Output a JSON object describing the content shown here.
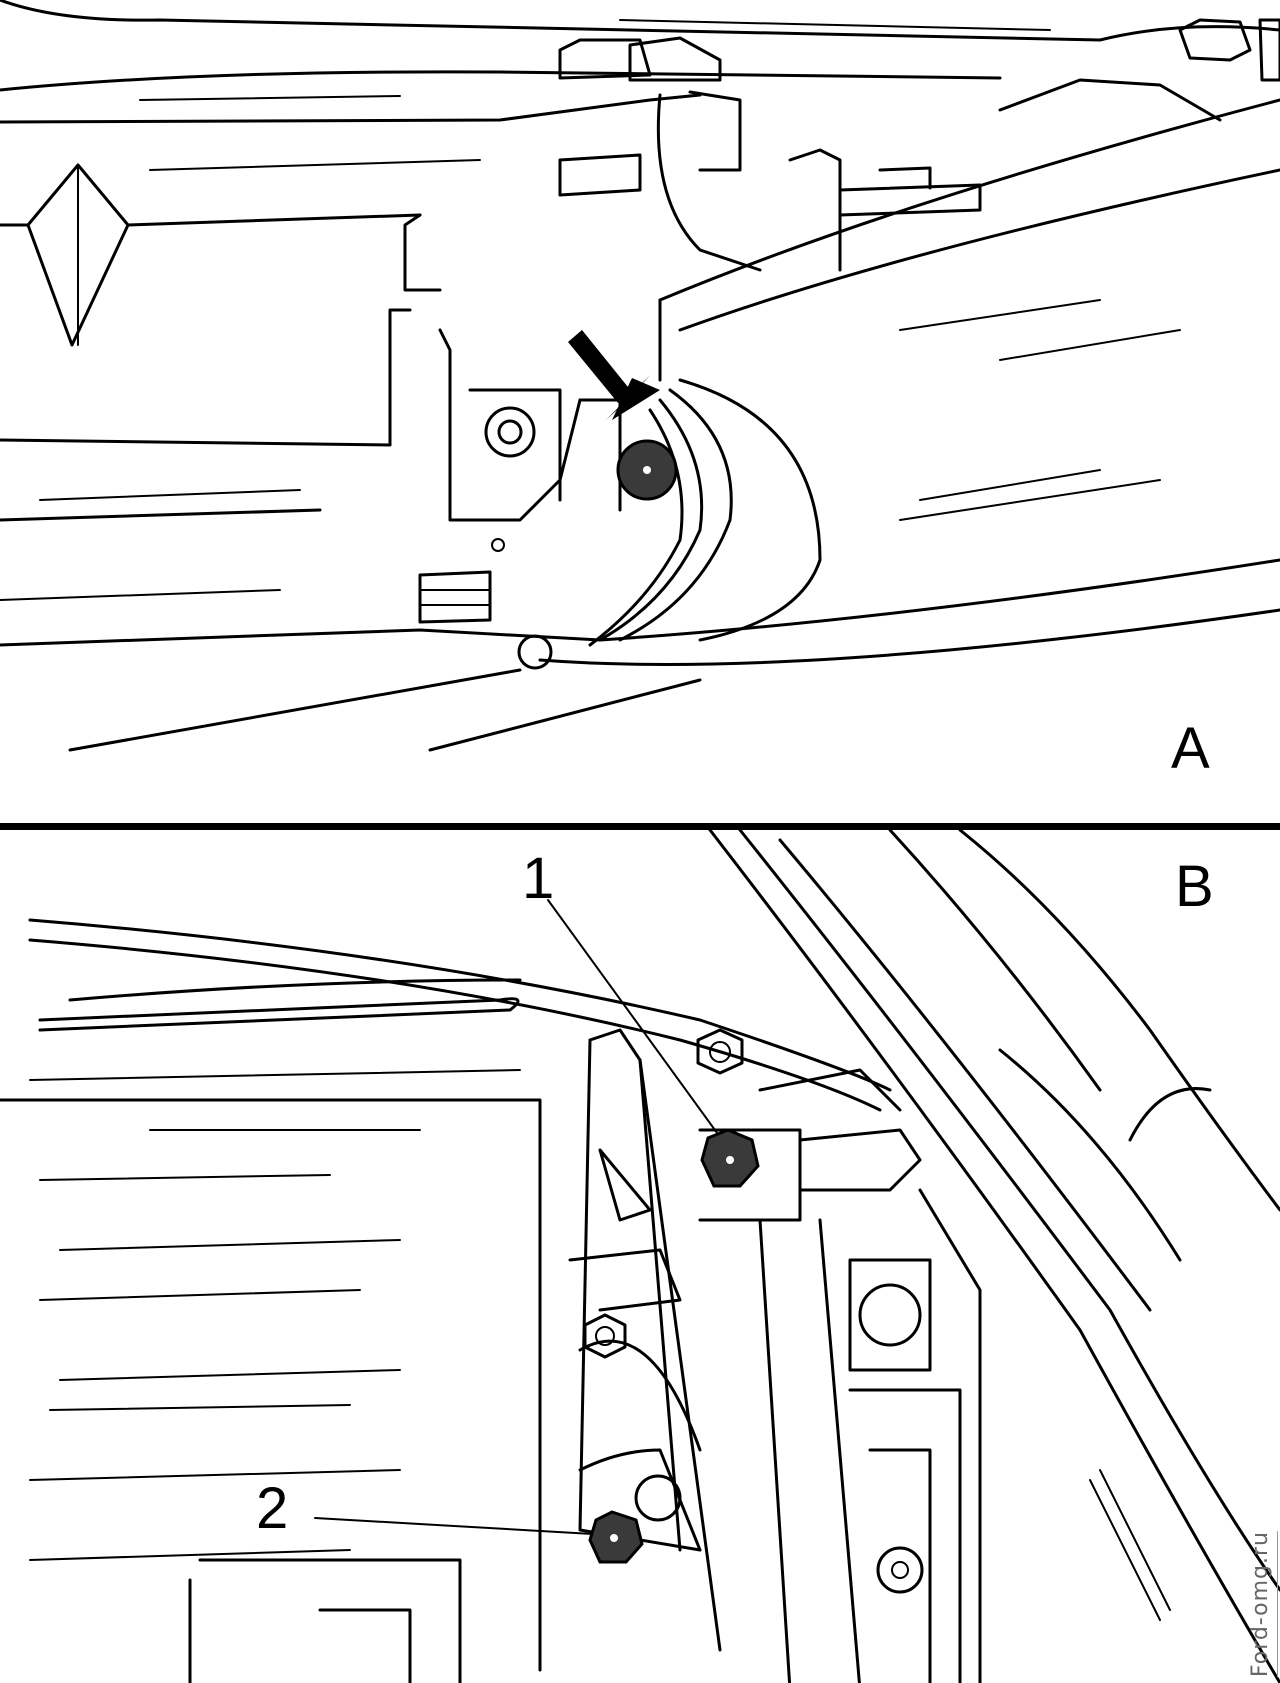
{
  "panel_a": {
    "label": "A"
  },
  "panel_b": {
    "label": "B",
    "callouts": [
      {
        "number": "1"
      },
      {
        "number": "2"
      }
    ]
  },
  "watermark": "Ford-omg.ru",
  "colors": {
    "line": "#000000",
    "fastener_highlight": "#3a3a3a",
    "background": "#ffffff"
  }
}
